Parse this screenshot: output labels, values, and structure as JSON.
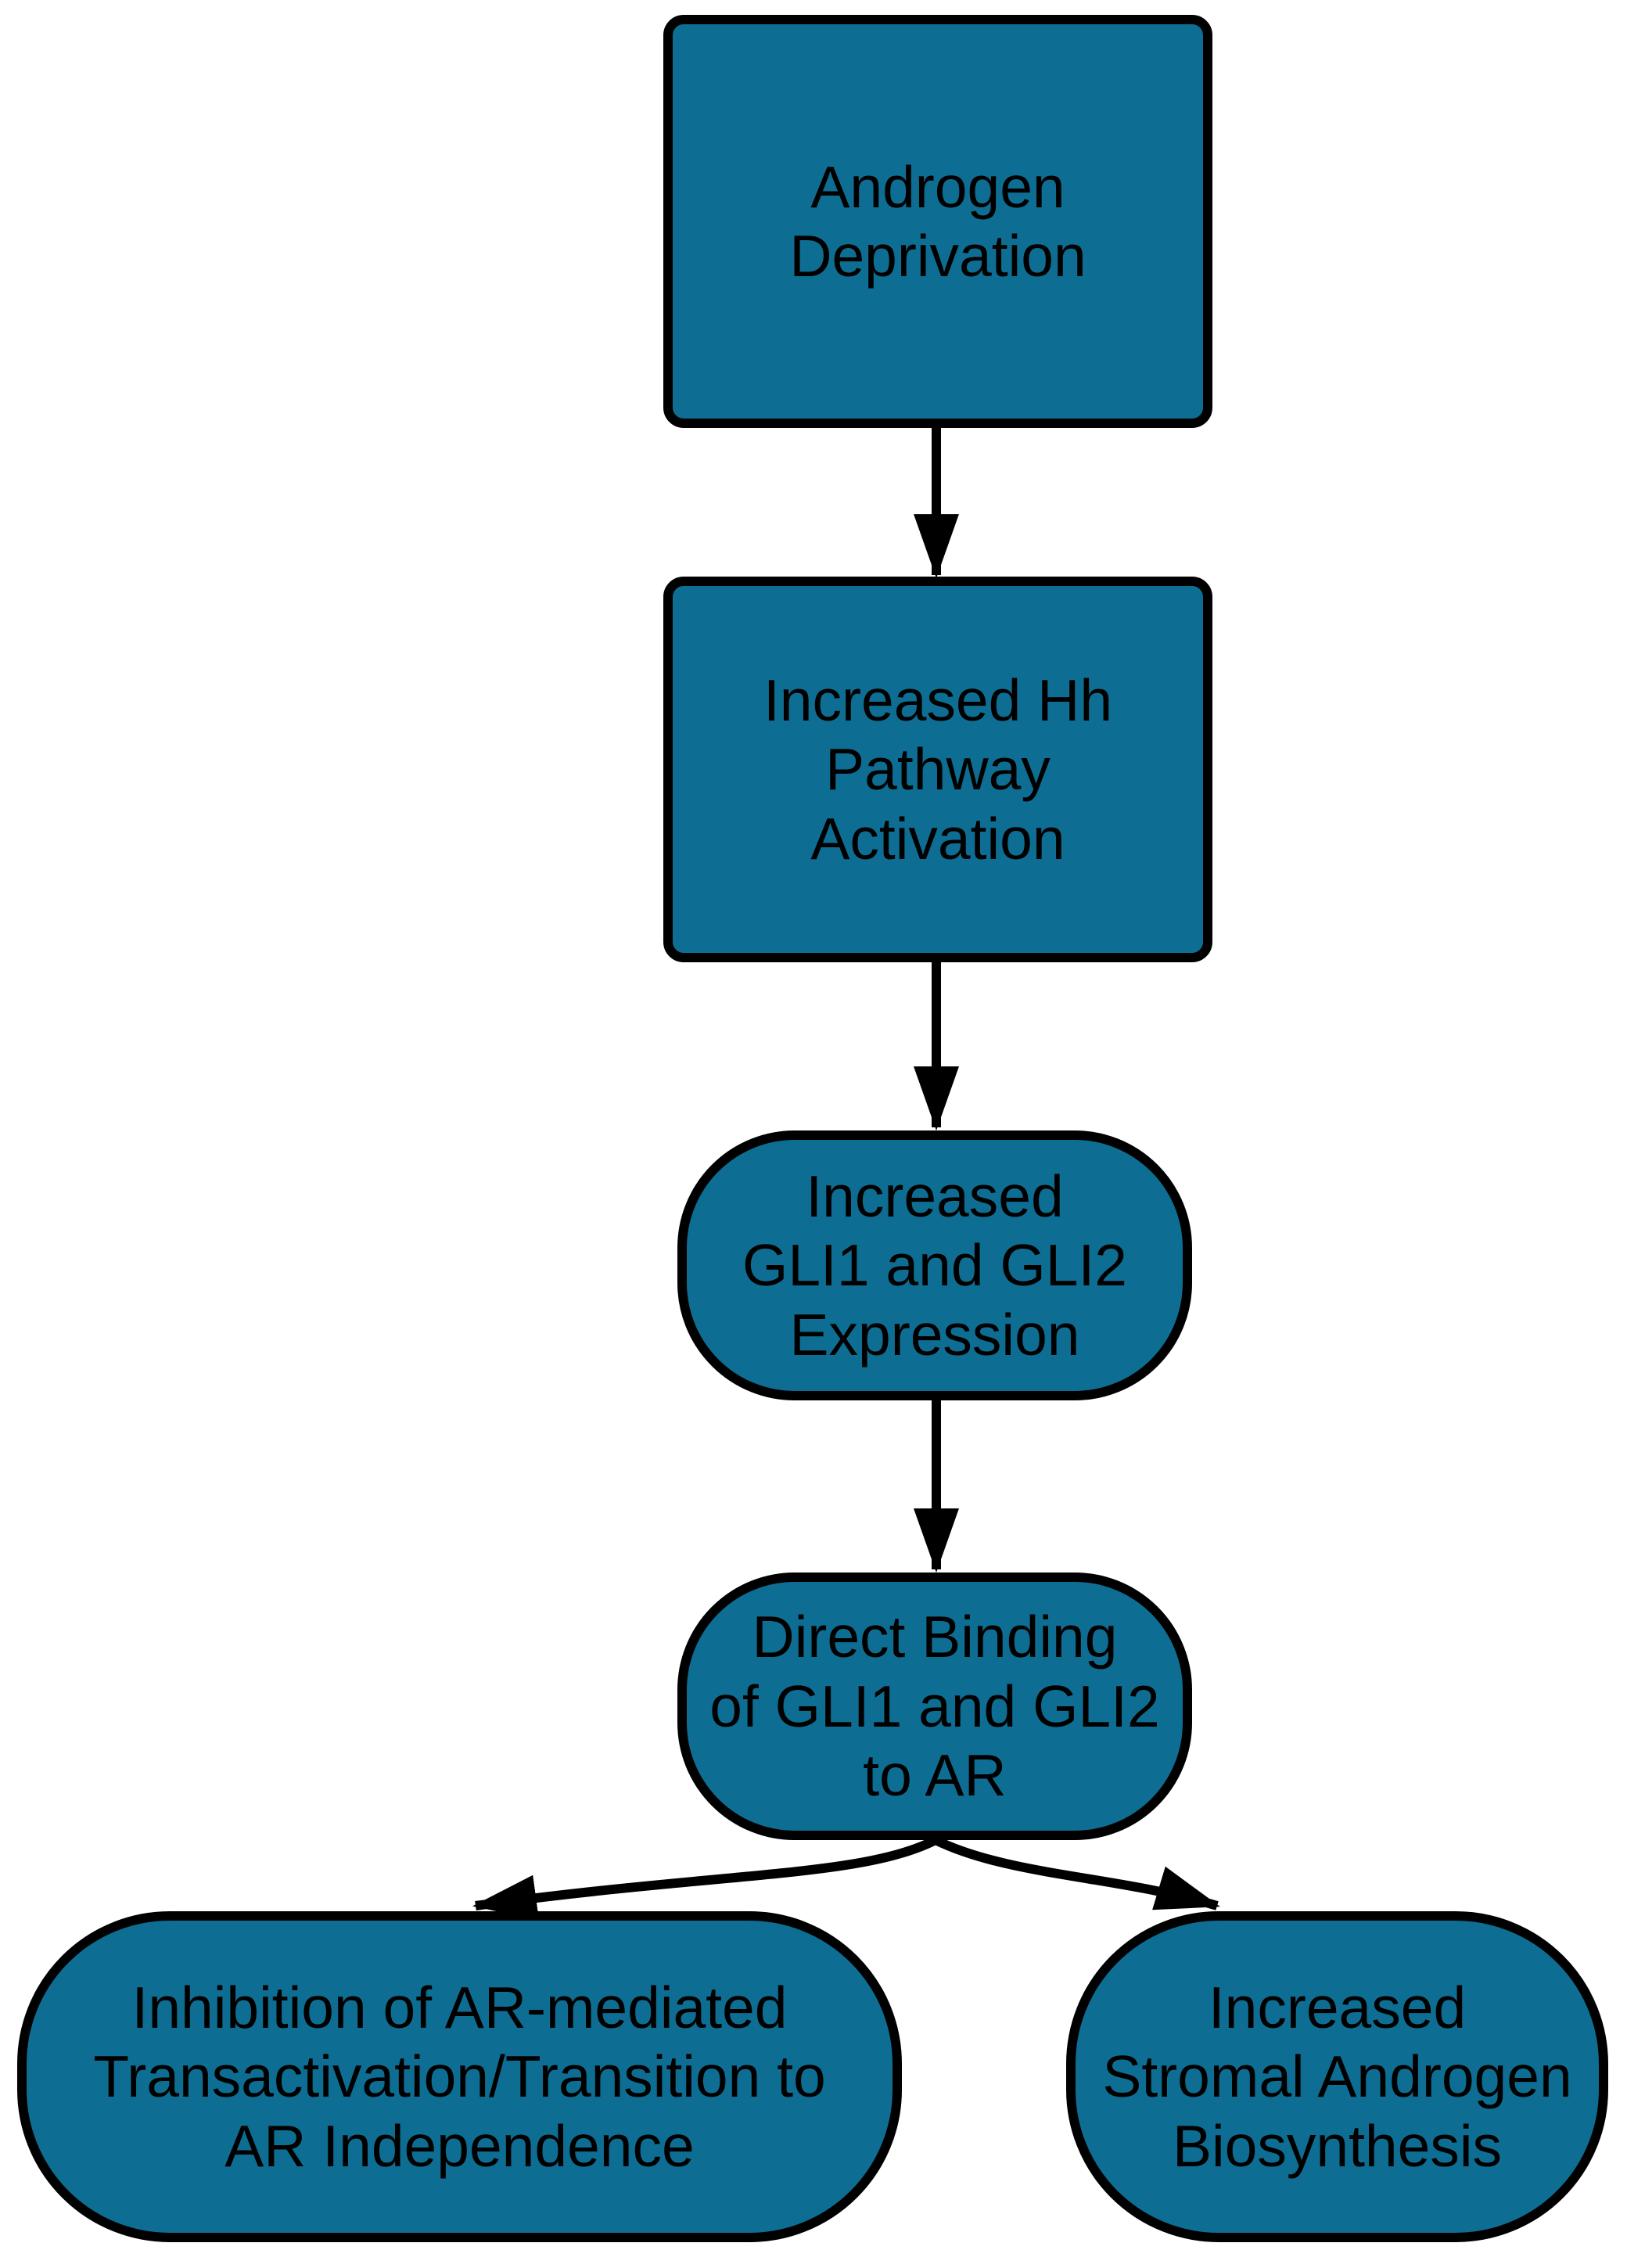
{
  "diagram": {
    "type": "flowchart",
    "background_color": "#ffffff",
    "node_fill_color": "#0E6D92",
    "node_border_color": "#000000",
    "text_color": "#000000",
    "arrow_color": "#000000",
    "nodes": [
      {
        "id": "androgen-deprivation",
        "shape": "rounded-rect",
        "label": "Androgen\nDeprivation"
      },
      {
        "id": "increased-hh-pathway-activation",
        "shape": "rounded-rect",
        "label": "Increased Hh\nPathway\nActivation"
      },
      {
        "id": "increased-gli1-and-gli2-expression",
        "shape": "stadium",
        "label": "Increased\nGLI1 and GLI2\nExpression"
      },
      {
        "id": "direct-binding-of-gli1-and-gli2-to-ar",
        "shape": "stadium",
        "label": "Direct Binding\nof GLI1 and GLI2\nto AR"
      },
      {
        "id": "inhibition-of-ar-mediated-transactivation",
        "shape": "stadium",
        "label": "Inhibition of AR-mediated\nTransactivation/Transition to\nAR Independence"
      },
      {
        "id": "increased-stromal-androgen-biosynthesis",
        "shape": "stadium",
        "label": "Increased\nStromal Androgen\nBiosynthesis"
      }
    ],
    "edges": [
      {
        "from": "androgen-deprivation",
        "to": "increased-hh-pathway-activation",
        "style": "arrow"
      },
      {
        "from": "increased-hh-pathway-activation",
        "to": "increased-gli1-and-gli2-expression",
        "style": "arrow"
      },
      {
        "from": "increased-gli1-and-gli2-expression",
        "to": "direct-binding-of-gli1-and-gli2-to-ar",
        "style": "arrow"
      },
      {
        "from": "direct-binding-of-gli1-and-gli2-to-ar",
        "to": "inhibition-of-ar-mediated-transactivation",
        "style": "arrow"
      },
      {
        "from": "direct-binding-of-gli1-and-gli2-to-ar",
        "to": "increased-stromal-androgen-biosynthesis",
        "style": "arrow"
      }
    ]
  }
}
